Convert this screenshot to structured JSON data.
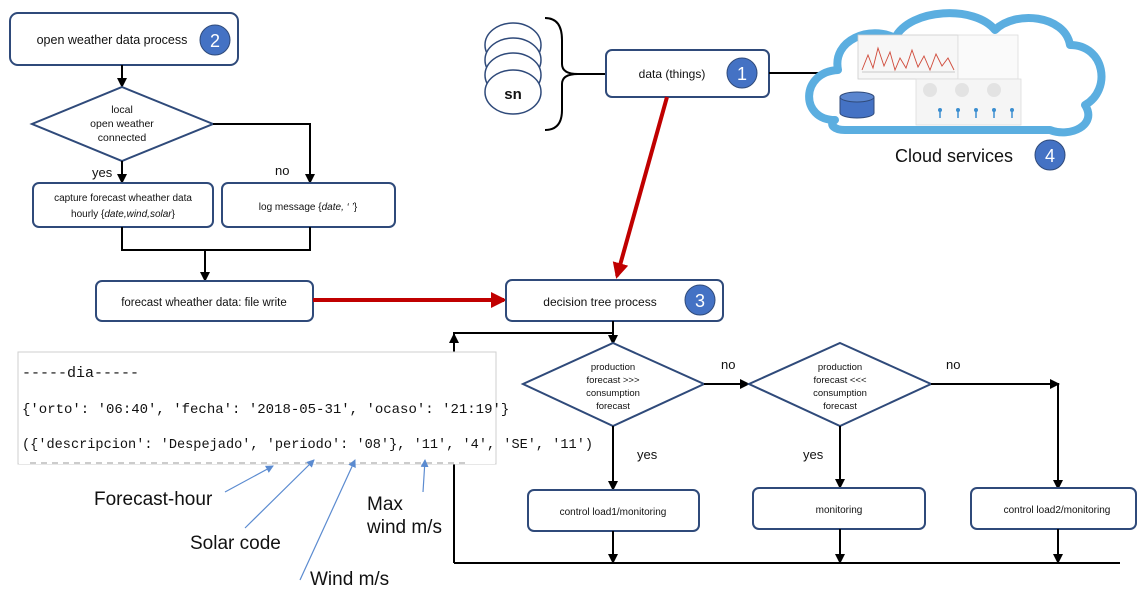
{
  "nodes": {
    "weather_process": "open weather data process",
    "weather_badge": "2",
    "local_decision": [
      "local",
      "open weather",
      "connected"
    ],
    "yes_left": "yes",
    "no_left": "no",
    "capture_line1": "capture forecast wheather data",
    "capture_line2_prefix": "hourly {",
    "capture_line2_italic": "date,wind,solar",
    "capture_line2_suffix": "}",
    "log_prefix": "log message {",
    "log_italic": "date, ‘ ’",
    "log_suffix": "}",
    "file_write": "forecast wheather data: file write",
    "sn": "sn",
    "data_things": "data  (things)",
    "data_badge": "1",
    "cloud_label": "Cloud services",
    "cloud_badge": "4",
    "decision_tree": "decision tree process",
    "decision_badge": "3",
    "prod_gt": [
      "production",
      "forecast >>>",
      "consumption",
      "forecast"
    ],
    "prod_lt": [
      "production",
      "forecast <<<",
      "consumption",
      "forecast"
    ],
    "no_mid": "no",
    "no_right": "no",
    "yes_mid1": "yes",
    "yes_mid2": "yes",
    "control_load1": "control load1/monitoring",
    "monitoring": "monitoring",
    "control_load2": "control load2/monitoring"
  },
  "code_sample": {
    "line1": "-----dia-----",
    "line2": "{'orto': '06:40', 'fecha': '2018-05-31', 'ocaso': '21:19'}",
    "line3": "({'descripcion': 'Despejado', 'periodo': '08'}, '11', '4', 'SE', '11')"
  },
  "annotations": {
    "forecast_hour": "Forecast-hour",
    "solar_code": "Solar code",
    "wind": "Wind m/s",
    "max_wind_1": "Max",
    "max_wind_2": "wind m/s"
  },
  "colors": {
    "box_border": "#2F4A7A",
    "badge_fill": "#4472C4",
    "red_arrow": "#C00000",
    "cloud_stroke": "#5BAEE0",
    "annotation_line": "#5B8BD0"
  }
}
